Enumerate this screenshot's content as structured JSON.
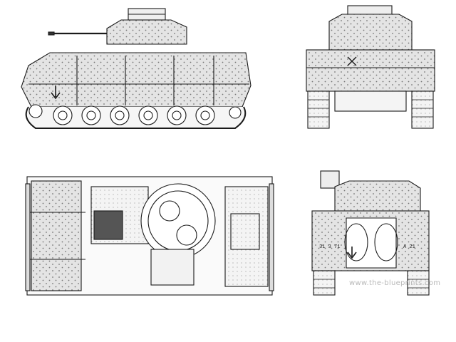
{
  "views": [
    {
      "id": "side",
      "label": ""
    },
    {
      "id": "front",
      "label": ""
    },
    {
      "id": "top",
      "label": ""
    },
    {
      "id": "rear",
      "label": ""
    }
  ],
  "markings": {
    "rear_left": "31 3 71",
    "rear_right": "A 21"
  },
  "watermark": "www.the-blueprints.com",
  "colors": {
    "line": "#1a1a1a",
    "tone": "#d8d8d8",
    "dot": "#6a6a6a",
    "paper": "#ffffff"
  }
}
